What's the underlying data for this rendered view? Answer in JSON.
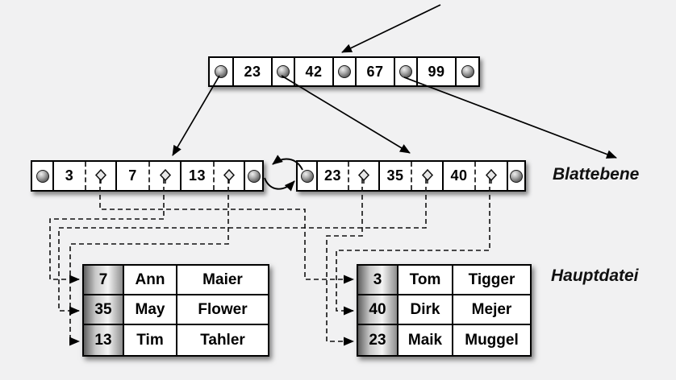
{
  "diagram": {
    "type": "bplus-tree-index",
    "labels": {
      "leaf_level": "Blattebene",
      "main_file": "Hauptdatei"
    },
    "root_node": {
      "keys": [
        "23",
        "42",
        "67",
        "99"
      ]
    },
    "leaf_nodes": {
      "left": {
        "keys": [
          "3",
          "7",
          "13"
        ]
      },
      "right": {
        "keys": [
          "23",
          "35",
          "40"
        ]
      }
    },
    "tables": {
      "left": {
        "rows": [
          {
            "key": "7",
            "first_name": "Ann",
            "last_name": "Maier"
          },
          {
            "key": "35",
            "first_name": "May",
            "last_name": "Flower"
          },
          {
            "key": "13",
            "first_name": "Tim",
            "last_name": "Tahler"
          }
        ]
      },
      "right": {
        "rows": [
          {
            "key": "3",
            "first_name": "Tom",
            "last_name": "Tigger"
          },
          {
            "key": "40",
            "first_name": "Dirk",
            "last_name": "Mejer"
          },
          {
            "key": "23",
            "first_name": "Maik",
            "last_name": "Muggel"
          }
        ]
      }
    },
    "record_pointers": [
      {
        "leaf_key": "3",
        "target_table": "right",
        "target_row_key": "3"
      },
      {
        "leaf_key": "7",
        "target_table": "left",
        "target_row_key": "7"
      },
      {
        "leaf_key": "13",
        "target_table": "left",
        "target_row_key": "13"
      },
      {
        "leaf_key": "23",
        "target_table": "right",
        "target_row_key": "23"
      },
      {
        "leaf_key": "35",
        "target_table": "left",
        "target_row_key": "35"
      },
      {
        "leaf_key": "40",
        "target_table": "right",
        "target_row_key": "40"
      }
    ],
    "colors": {
      "background": "#f1f1f2",
      "node_fill": "#ffffff",
      "line": "#000000",
      "key_column_gradient": [
        "#5f5f5f",
        "#f4f4f4",
        "#8e8e8e"
      ]
    }
  }
}
